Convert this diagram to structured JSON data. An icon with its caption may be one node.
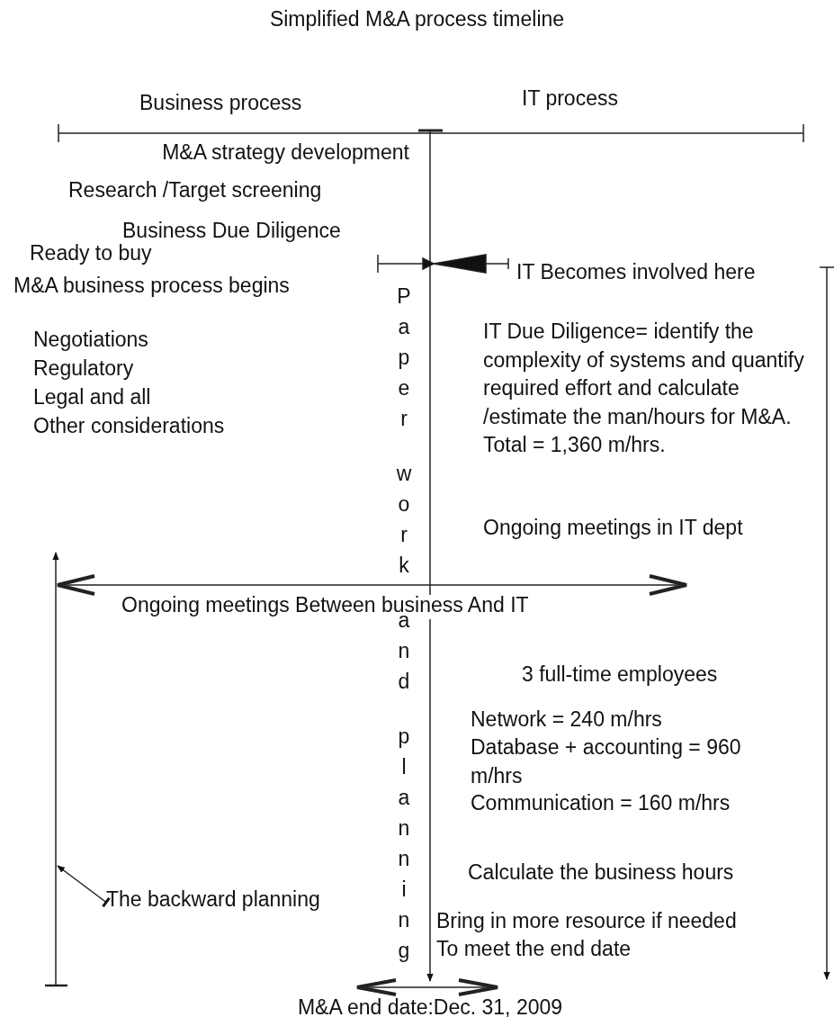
{
  "diagram": {
    "title": "Simplified M&A process timeline",
    "nodes": [
      {
        "text": [
          "The backward planning"
        ]
      },
      {
        "text": [],
        "shape": "bar"
      }
    ],
    "edges": [
      {
        "from": 0,
        "to": 1,
        "arrow": "to"
      }
    ],
    "labels": [
      "Business process",
      "IT process",
      "M&A strategy development",
      "Research /Target screening",
      "Business Due Diligence",
      "Ready to buy",
      "M&A business process begins",
      "IT Becomes involved here",
      "Paper work and planning",
      "Negotiations",
      "Regulatory",
      "Legal and all",
      "Other considerations",
      "IT Due Diligence= identify the complexity of systems and quantify required effort and calculate /estimate the man/hours for M&A. Total = 1,360 m/hrs.",
      "Ongoing meetings in IT dept",
      "Ongoing meetings Between business And IT",
      "3 full-time employees",
      "Network = 240 m/hrs",
      "Database + accounting = 960 m/hrs",
      "Communication = 160 m/hrs",
      "Calculate the business hours",
      "Bring in more resource if needed",
      "To meet the end date",
      "M&A end date:Dec. 31, 2009"
    ]
  }
}
